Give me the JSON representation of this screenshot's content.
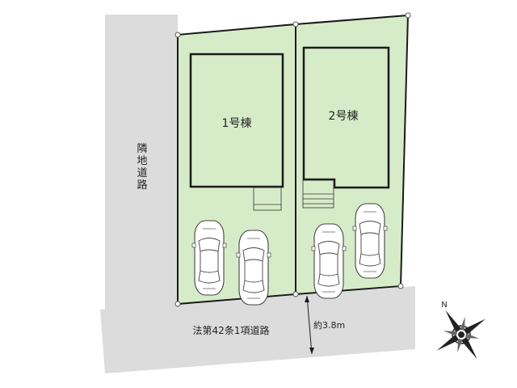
{
  "buildings": {
    "one": {
      "label": "1号棟"
    },
    "two": {
      "label": "2号棟"
    }
  },
  "roads": {
    "adjacent": {
      "label": "隣地道路"
    },
    "front": {
      "label": "法第42条1項道路"
    },
    "width": {
      "label": "約3.8m"
    }
  },
  "compass": {
    "north_label": "N"
  },
  "colors": {
    "lot_fill": "#d6ecc8",
    "road_fill": "#dcdcdc",
    "line": "#1a1a1a",
    "car_fill": "#ffffff"
  }
}
